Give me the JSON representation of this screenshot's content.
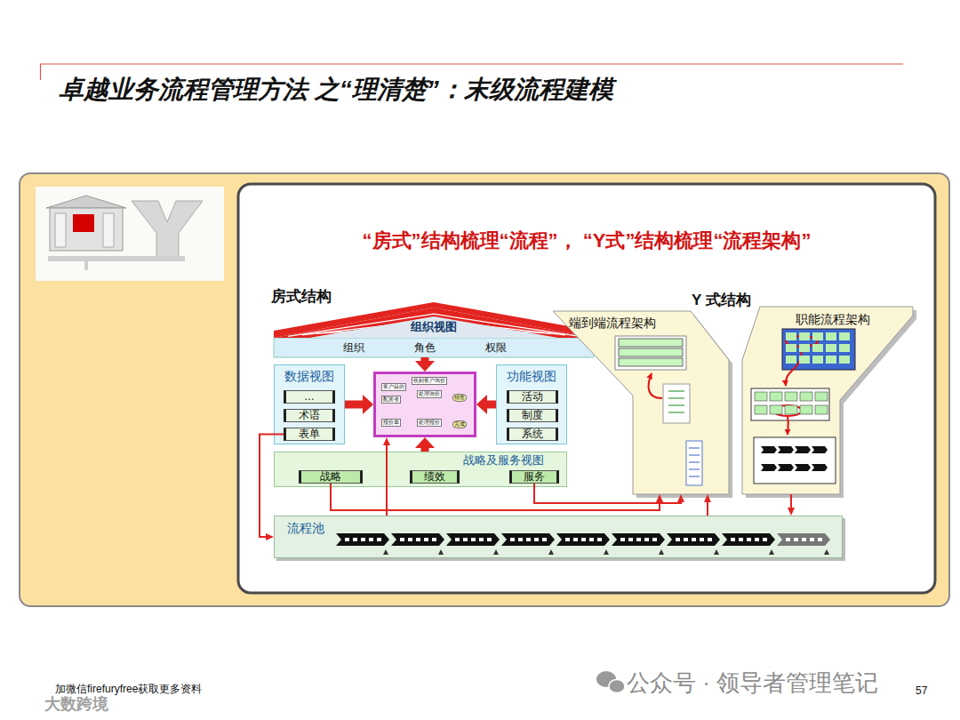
{
  "diagram": {
    "title": "卓越业务流程管理方法 之“理清楚”：末级流程建模",
    "nodes": [
      {
        "text": [
          "组织视图"
        ]
      },
      {
        "text": [
          "组织"
        ],
        "in": 0
      },
      {
        "text": [
          "角色"
        ],
        "in": 0
      },
      {
        "text": [
          "权限"
        ],
        "in": 0
      },
      {
        "text": [
          "数据视图"
        ]
      },
      {
        "text": [
          "…"
        ],
        "in": 4
      },
      {
        "text": [
          "术语"
        ],
        "in": 4
      },
      {
        "text": [
          "表单"
        ],
        "in": 4
      },
      {
        "text": [
          "客户目的",
          "配置者",
          "收到客户询价",
          "处理询价",
          "销售",
          "报价单",
          "处理报价",
          "完成"
        ]
      },
      {
        "text": [
          "功能视图"
        ]
      },
      {
        "text": [
          "活动"
        ],
        "in": 9
      },
      {
        "text": [
          "制度"
        ],
        "in": 9
      },
      {
        "text": [
          "系统"
        ],
        "in": 9
      },
      {
        "text": [
          "战略及服务视图"
        ]
      },
      {
        "text": [
          "战略"
        ],
        "in": 13
      },
      {
        "text": [
          "绩效"
        ],
        "in": 13
      },
      {
        "text": [
          "服务"
        ],
        "in": 13
      },
      {
        "text": [
          "流程池"
        ]
      },
      {
        "text": [
          "端到端流程架构"
        ]
      },
      {
        "text": [
          "职能流程架构"
        ]
      }
    ],
    "edges": [
      {
        "from": 7,
        "to": 17,
        "arrow": "to"
      },
      {
        "from": 17,
        "to": 8,
        "arrow": "to"
      },
      {
        "from": 14,
        "to": 18,
        "arrow": "to"
      },
      {
        "from": 16,
        "to": 18,
        "arrow": "to"
      },
      {
        "from": 17,
        "to": 18,
        "arrow": "to"
      },
      {
        "from": 19,
        "to": 17,
        "arrow": "to"
      },
      {
        "from": 0,
        "to": 8,
        "arrow": "to"
      },
      {
        "from": 4,
        "to": 8,
        "arrow": "to"
      },
      {
        "from": 9,
        "to": 8,
        "arrow": "to"
      },
      {
        "from": 13,
        "to": 8,
        "arrow": "to"
      }
    ],
    "labels": [
      "“房式”结构梳理“流程”， “Y式”结构梳理“流程架构”",
      "房式结构",
      "Y 式结构",
      "加微信firefuryfree获取更多资料",
      "公众号 · 领导者管理笔记",
      "57",
      "大数跨境"
    ]
  }
}
